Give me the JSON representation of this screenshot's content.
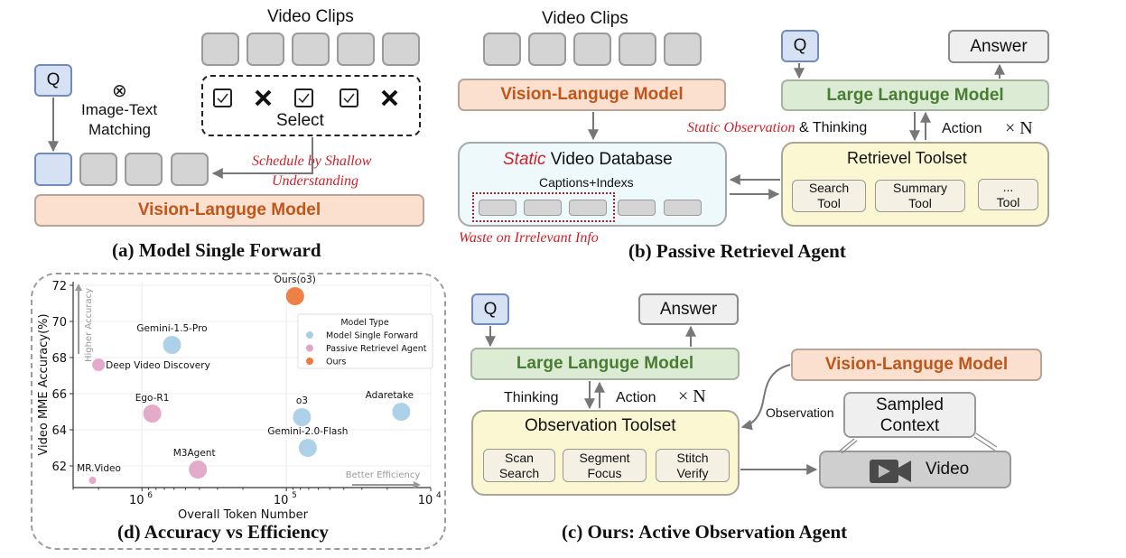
{
  "panel_a": {
    "video_clips_label": "Video Clips",
    "q_label": "Q",
    "matching_icon": "⊗",
    "matching_label_1": "Image-Text",
    "matching_label_2": "Matching",
    "select_marks": [
      "check",
      "cross",
      "check",
      "check",
      "cross"
    ],
    "select_label": "Select",
    "schedule_label_1": "Schedule by Shallow",
    "schedule_label_2": "Understanding",
    "vlm_label": "Vision-Languge Model",
    "caption": "(a) Model Single Forward"
  },
  "panel_b": {
    "video_clips_label": "Video Clips",
    "vlm_label": "Vision-Languge Model",
    "db_title_static": "Static",
    "db_title_rest": " Video Database",
    "db_subtitle": "Captions+Indexs",
    "waste_label": "Waste on Irrelevant Info",
    "q_label": "Q",
    "answer_label": "Answer",
    "llm_label": "Large Languge Model",
    "static_obs_label": "Static Observation",
    "thinking_label": " & Thinking",
    "action_label": "Action",
    "times_n": "× N",
    "toolset_title": "Retrievel Toolset",
    "tools": [
      {
        "line1": "Search",
        "line2": "Tool"
      },
      {
        "line1": "Summary",
        "line2": "Tool"
      },
      {
        "line1": "...",
        "line2": "Tool"
      }
    ],
    "caption": "(b) Passive Retrievel Agent"
  },
  "panel_c": {
    "q_label": "Q",
    "answer_label": "Answer",
    "llm_label": "Large Languge Model",
    "thinking_label": "Thinking",
    "action_label": "Action",
    "times_n": "× N",
    "toolset_title": "Observation Toolset",
    "tools": [
      {
        "line1": "Scan",
        "line2": "Search"
      },
      {
        "line1": "Segment",
        "line2": "Focus"
      },
      {
        "line1": "Stitch",
        "line2": "Verify"
      }
    ],
    "vlm_label": "Vision-Languge Model",
    "observation_label": "Observation",
    "sampled_context_1": "Sampled",
    "sampled_context_2": "Context",
    "video_label": "Video",
    "caption": "(c) Ours:  Active Observation Agent"
  },
  "panel_d": {
    "caption": "(d) Accuracy vs Efficiency"
  },
  "chart_data": {
    "type": "scatter",
    "title": "",
    "xlabel": "Overall Token Number",
    "ylabel": "Video MME Accuracy(%)",
    "x_scale": "log",
    "x_reversed": true,
    "xlim": [
      3000000,
      10000
    ],
    "ylim": [
      60.8,
      72.2
    ],
    "xticks": [
      {
        "value": 1000000,
        "label": "10^6"
      },
      {
        "value": 100000,
        "label": "10^5"
      },
      {
        "value": 10000,
        "label": "10^4"
      }
    ],
    "yticks": [
      62,
      64,
      66,
      68,
      70,
      72
    ],
    "grid": true,
    "annotations": {
      "y_arrow": "Higher Accuracy",
      "x_arrow": "Better Efficiency"
    },
    "legend": {
      "title": "Model Type",
      "placement": "top-right",
      "entries": [
        {
          "name": "Model Single Forward",
          "color": "#a9cfe8"
        },
        {
          "name": "Passive Retrievel Agent",
          "color": "#e2a5c6"
        },
        {
          "name": "Ours",
          "color": "#ec7a3c"
        }
      ]
    },
    "series": [
      {
        "name": "Model Single Forward",
        "color": "#a9cfe8",
        "points": [
          {
            "label": "Gemini-1.5-Pro",
            "x": 620000,
            "y": 68.7,
            "size": "medium"
          },
          {
            "label": "o3",
            "x": 78000,
            "y": 64.7,
            "size": "medium"
          },
          {
            "label": "Gemini-2.0-Flash",
            "x": 71000,
            "y": 63.0,
            "size": "medium"
          },
          {
            "label": "Adaretake",
            "x": 16000,
            "y": 65.0,
            "size": "medium"
          }
        ]
      },
      {
        "name": "Passive Retrievel Agent",
        "color": "#e2a5c6",
        "points": [
          {
            "label": "Deep Video Discovery",
            "x": 2000000,
            "y": 67.6,
            "size": "small"
          },
          {
            "label": "Ego-R1",
            "x": 850000,
            "y": 64.9,
            "size": "medium"
          },
          {
            "label": "M3Agent",
            "x": 410000,
            "y": 61.8,
            "size": "medium"
          },
          {
            "label": "MR.Video",
            "x": 2200000,
            "y": 61.2,
            "size": "tiny"
          }
        ]
      },
      {
        "name": "Ours",
        "color": "#ec7a3c",
        "points": [
          {
            "label": "Ours(o3)",
            "x": 87000,
            "y": 71.4,
            "size": "medium"
          }
        ]
      }
    ]
  }
}
